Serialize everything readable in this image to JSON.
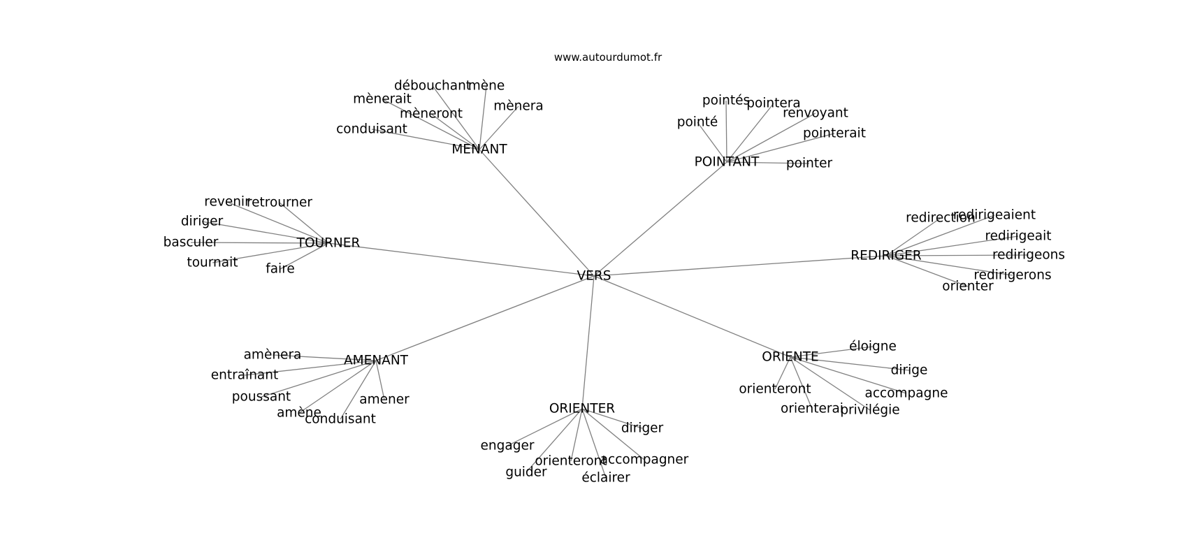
{
  "source": "www.autourdumot.fr",
  "center": "VERS",
  "hubs": [
    {
      "id": "menant",
      "label": "MENANT",
      "leaves": [
        "débouchant",
        "mène",
        "mènerait",
        "mènera",
        "mèneront",
        "conduisant"
      ]
    },
    {
      "id": "pointant",
      "label": "POINTANT",
      "leaves": [
        "pointés",
        "pointera",
        "pointé",
        "renvoyant",
        "pointerait",
        "pointer"
      ]
    },
    {
      "id": "tourner",
      "label": "TOURNER",
      "leaves": [
        "revenir",
        "retrourner",
        "diriger",
        "basculer",
        "tournait",
        "faire"
      ]
    },
    {
      "id": "rediriger",
      "label": "REDIRIGER",
      "leaves": [
        "redirection",
        "redirigeaient",
        "redirigeait",
        "redirigeons",
        "redirigerons",
        "orienter"
      ]
    },
    {
      "id": "amenant",
      "label": "AMENANT",
      "leaves": [
        "amènera",
        "entraînant",
        "poussant",
        "amener",
        "amène",
        "conduisant"
      ]
    },
    {
      "id": "oriente",
      "label": "ORIENTE",
      "leaves": [
        "éloigne",
        "dirige",
        "accompagne",
        "orienteront",
        "orienterai",
        "privilégie"
      ]
    },
    {
      "id": "orienter",
      "label": "ORIENTER",
      "leaves": [
        "diriger",
        "engager",
        "orienteront",
        "accompagner",
        "guider",
        "éclairer"
      ]
    }
  ]
}
